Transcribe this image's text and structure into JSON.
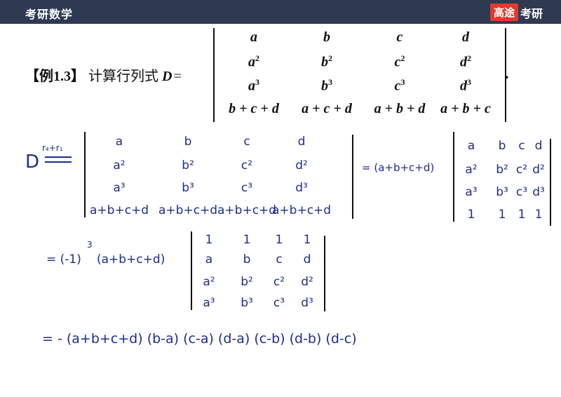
{
  "header": {
    "course_title": "考研数学",
    "logo_badge": "高途",
    "logo_text": "考研"
  },
  "example": {
    "tag": "【例1.3】",
    "text": "计算行列式",
    "D": "D",
    "eq": "=",
    "period": ".",
    "matrix": [
      [
        "a",
        "b",
        "c",
        "d"
      ],
      [
        "a2",
        "b2",
        "c2",
        "d2"
      ],
      [
        "a3",
        "b3",
        "c3",
        "d3"
      ],
      [
        "b+c+d",
        "a+c+d",
        "a+b+d",
        "a+b+c"
      ]
    ]
  },
  "handwriting": {
    "step1": {
      "D": "D",
      "op": "r₄+r₁",
      "matrix": [
        [
          "a",
          "b",
          "c",
          "d"
        ],
        [
          "a²",
          "b²",
          "c²",
          "d²"
        ],
        [
          "a³",
          "b³",
          "c³",
          "d³"
        ],
        [
          "a+b+c+d",
          "a+b+c+d",
          "a+b+c+d",
          "a+b+c+d"
        ]
      ]
    },
    "step2": {
      "eq": "= (a+b+c+d)",
      "matrix": [
        [
          "a",
          "b",
          "c",
          "d"
        ],
        [
          "a²",
          "b²",
          "c²",
          "d²"
        ],
        [
          "a³",
          "b³",
          "c³",
          "d³"
        ],
        [
          "1",
          "1",
          "1",
          "1"
        ]
      ]
    },
    "step3": {
      "eq": "= (-1)",
      "exponent": "3",
      "factor": "(a+b+c+d)",
      "matrix": [
        [
          "1",
          "1",
          "1",
          "1"
        ],
        [
          "a",
          "b",
          "c",
          "d"
        ],
        [
          "a²",
          "b²",
          "c²",
          "d²"
        ],
        [
          "a³",
          "b³",
          "c³",
          "d³"
        ]
      ]
    },
    "step4": {
      "eq": "= - (a+b+c+d) (b-a) (c-a) (d-a) (c-b) (d-b) (d-c)"
    }
  }
}
